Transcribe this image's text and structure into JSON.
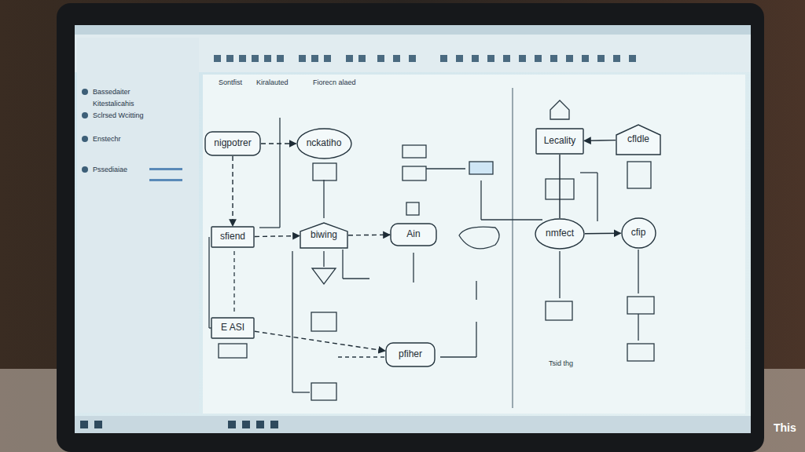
{
  "diagram": {
    "nodes": [
      {
        "text": [
          "nigpotrer"
        ]
      },
      {
        "text": [
          "nckatiho"
        ]
      },
      {
        "text": [
          "Lecality"
        ]
      },
      {
        "text": [
          "cfldle"
        ]
      },
      {
        "text": [
          "sfiend"
        ]
      },
      {
        "text": [
          "biwing"
        ]
      },
      {
        "text": [
          "Ain"
        ]
      },
      {
        "text": [
          "nmfect"
        ]
      },
      {
        "text": [
          "cfip"
        ]
      },
      {
        "text": [
          "E ASI"
        ]
      },
      {
        "text": [
          "pfiher"
        ]
      }
    ],
    "edges": [
      {
        "from": 0,
        "to": 1,
        "arrow": "to"
      },
      {
        "from": 3,
        "to": 2,
        "arrow": "to"
      },
      {
        "from": 4,
        "to": 5,
        "arrow": "to"
      },
      {
        "from": 5,
        "to": 6,
        "arrow": "to"
      },
      {
        "from": 7,
        "to": 8,
        "arrow": "to"
      },
      {
        "from": 0,
        "to": 4,
        "arrow": "to"
      },
      {
        "from": 9,
        "to": 10,
        "arrow": "to"
      },
      {
        "from": 2,
        "to": 7,
        "arrow": "none"
      }
    ],
    "labels": [
      "Bassedaiter",
      "Kitestalicahis",
      "Sclrsed Wcitting",
      "Enstechr",
      "Pssediaiae",
      "Sontfist",
      "Kiralauted",
      "Fiorecn alaed",
      "Tsid thg",
      "This"
    ]
  }
}
